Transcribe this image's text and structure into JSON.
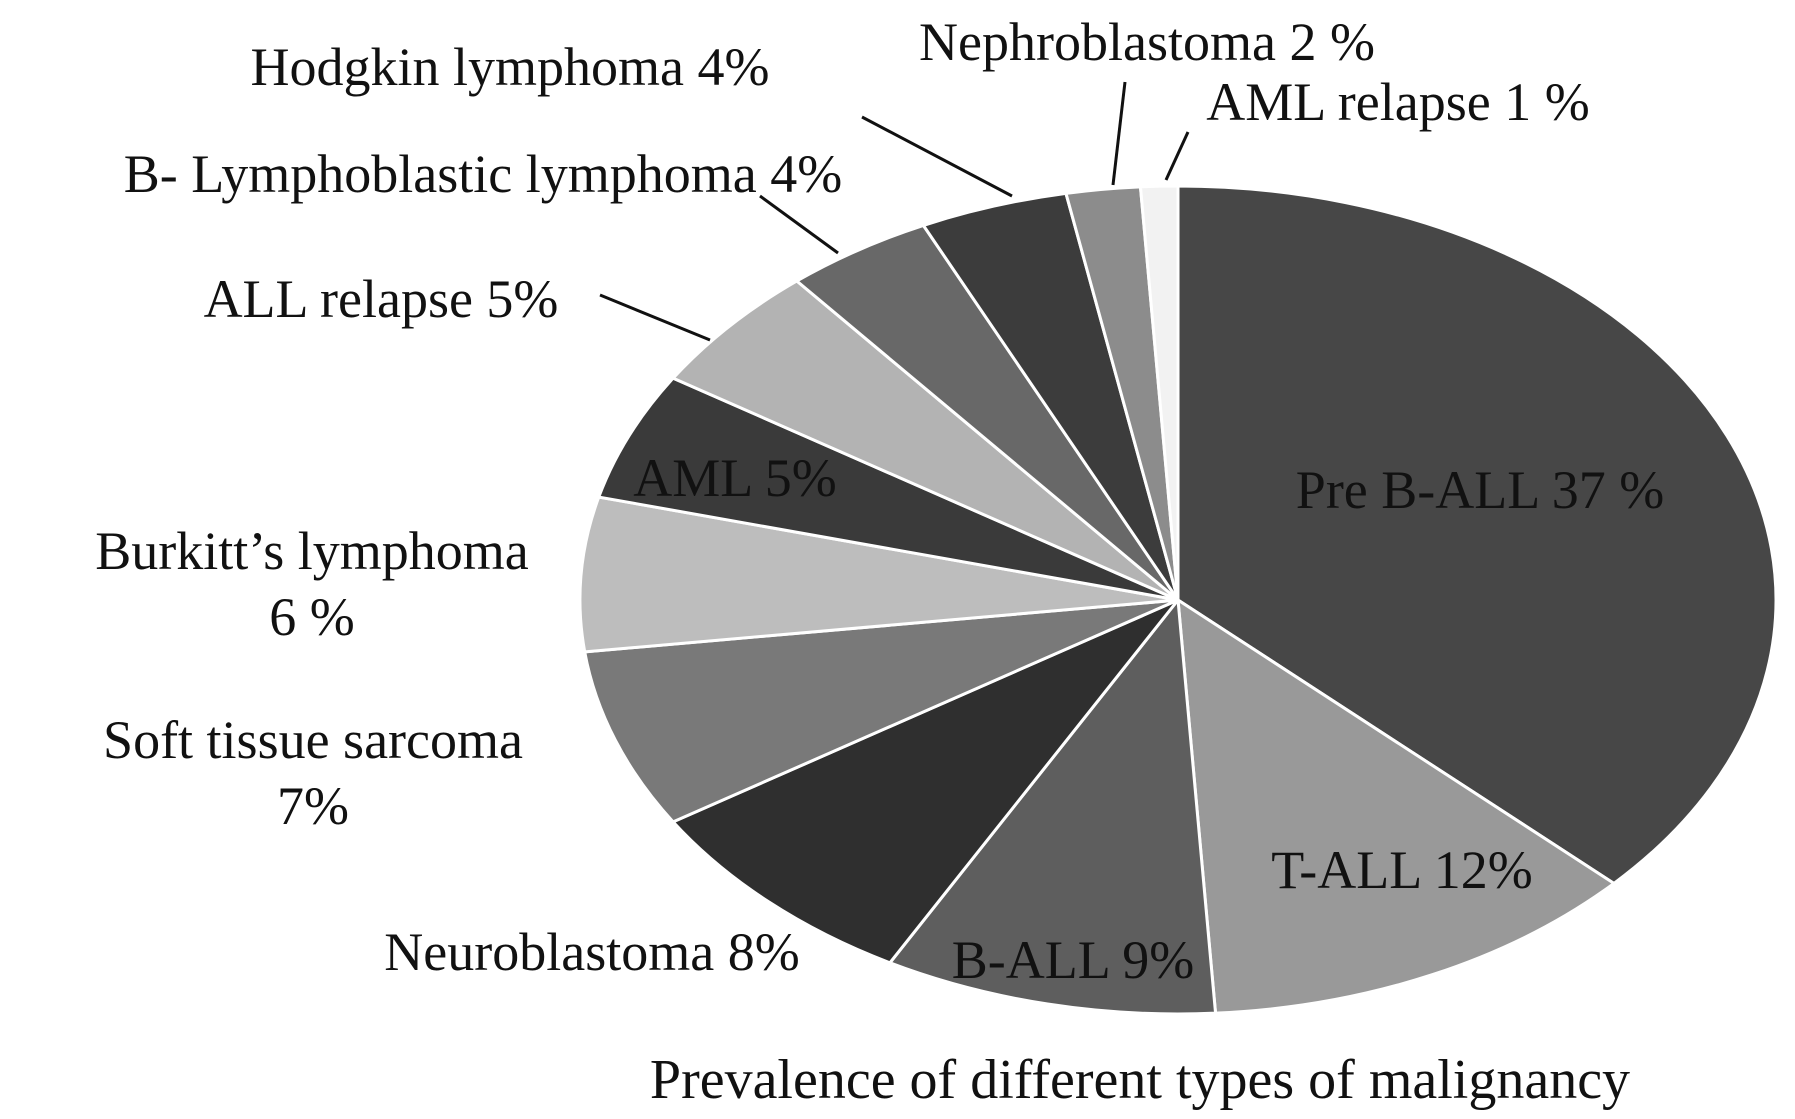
{
  "chart_data": {
    "type": "pie",
    "caption": "Prevalence of different types of malignancy",
    "slices": [
      {
        "label": "Pre B-ALL 37 %",
        "value": 37,
        "color": "#474747"
      },
      {
        "label": "T-ALL 12%",
        "value": 12,
        "color": "#999999"
      },
      {
        "label": "B-ALL 9%",
        "value": 9,
        "color": "#5e5e5e"
      },
      {
        "label": "Neuroblastoma 8%",
        "value": 8,
        "color": "#2f2f2f"
      },
      {
        "label": "Soft tissue sarcoma 7%",
        "lines": [
          "Soft tissue sarcoma",
          "7%"
        ],
        "value": 7,
        "color": "#797979"
      },
      {
        "label": "Burkitt’s lymphoma 6 %",
        "lines": [
          "Burkitt’s lymphoma",
          "6 %"
        ],
        "value": 6,
        "color": "#bdbdbd"
      },
      {
        "label": "AML 5%",
        "value": 5,
        "color": "#3a3a3a"
      },
      {
        "label": "ALL relapse 5%",
        "value": 5,
        "color": "#b3b3b3"
      },
      {
        "label": "B- Lymphoblastic lymphoma 4%",
        "value": 4,
        "color": "#686868"
      },
      {
        "label": "Hodgkin lymphoma 4%",
        "value": 4,
        "color": "#3c3c3c"
      },
      {
        "label": "Nephroblastoma 2 %",
        "value": 2,
        "color": "#8c8c8c"
      },
      {
        "label": "AML  relapse 1 %",
        "value": 1,
        "color": "#f2f2f2"
      }
    ]
  }
}
